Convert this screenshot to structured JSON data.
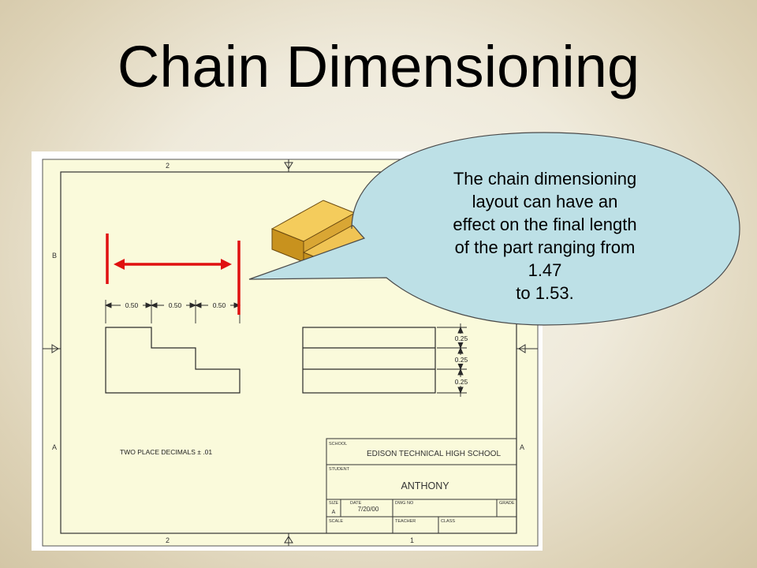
{
  "slide": {
    "title": "Chain Dimensioning"
  },
  "drawing": {
    "border_labels": {
      "top_col": "2",
      "bottom_col_left": "2",
      "bottom_col_right": "1",
      "left_row_top": "B",
      "left_row_bottom": "A",
      "right_row_bottom": "A"
    },
    "front_view_dimensions": [
      "0.50",
      "0.50",
      "0.50"
    ],
    "side_view_dimensions": [
      "0.25",
      "0.25",
      "0.25"
    ],
    "tolerance_note": "TWO PLACE DECIMALS ± .01",
    "title_block": {
      "school_label": "SCHOOL",
      "school_name": "EDISON TECHNICAL HIGH SCHOOL",
      "student_label": "STUDENT",
      "student_name": "ANTHONY",
      "size_label": "SIZE",
      "size_value": "A",
      "date_label": "DATE",
      "date_value": "7/20/00",
      "dwg_label": "DWG NO",
      "grade_label": "GRADE",
      "scale_label": "SCALE",
      "teacher_label": "TEACHER",
      "class_label": "CLASS"
    }
  },
  "callout": {
    "lines": [
      "The chain dimensioning",
      "layout can have an",
      "effect on the final length",
      "of the part ranging from",
      "1.47",
      "to 1.53."
    ]
  },
  "colors": {
    "sheet_background": "#fafadb",
    "drawing_ink": "#2a2a2a",
    "emphasis_red": "#e01010",
    "callout_fill": "#bde0e6",
    "block_fill": "#e8b840"
  }
}
